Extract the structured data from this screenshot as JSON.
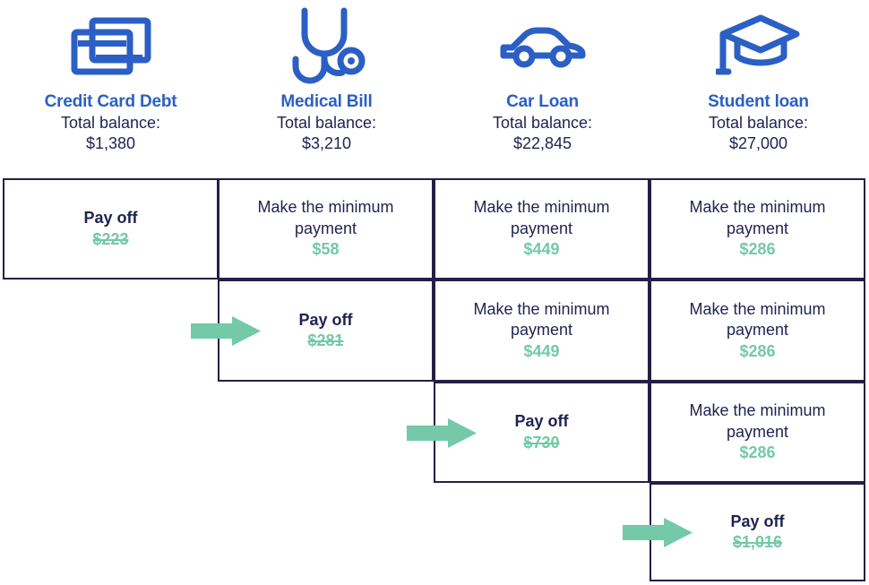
{
  "colors": {
    "title_blue": "#2b5fc4",
    "text_navy": "#1e2350",
    "border_navy": "#241f47",
    "accent_green": "#73c9a8",
    "background": "#ffffff"
  },
  "header": {
    "balance_label": "Total balance:",
    "debts": [
      {
        "name": "Credit Card Debt",
        "icon": "credit-cards-icon",
        "balance": "$1,380"
      },
      {
        "name": "Medical Bill",
        "icon": "stethoscope-icon",
        "balance": "$3,210"
      },
      {
        "name": "Car Loan",
        "icon": "car-icon",
        "balance": "$22,845"
      },
      {
        "name": "Student loan",
        "icon": "graduation-cap-icon",
        "balance": "$27,000"
      }
    ]
  },
  "plan": {
    "rows": [
      {
        "arrow": null,
        "cells": [
          {
            "column": 0,
            "action": "Pay off",
            "amount": "$223",
            "paid_off": true
          },
          {
            "column": 1,
            "action": "Make the minimum payment",
            "amount": "$58",
            "paid_off": false
          },
          {
            "column": 2,
            "action": "Make the minimum payment",
            "amount": "$449",
            "paid_off": false
          },
          {
            "column": 3,
            "action": "Make the minimum payment",
            "amount": "$286",
            "paid_off": false
          }
        ]
      },
      {
        "arrow": {
          "target_column": 1
        },
        "cells": [
          {
            "column": 1,
            "action": "Pay off",
            "amount": "$281",
            "paid_off": true
          },
          {
            "column": 2,
            "action": "Make the minimum payment",
            "amount": "$449",
            "paid_off": false
          },
          {
            "column": 3,
            "action": "Make the minimum payment",
            "amount": "$286",
            "paid_off": false
          }
        ]
      },
      {
        "arrow": {
          "target_column": 2
        },
        "cells": [
          {
            "column": 2,
            "action": "Pay off",
            "amount": "$730",
            "paid_off": true
          },
          {
            "column": 3,
            "action": "Make the minimum payment",
            "amount": "$286",
            "paid_off": false
          }
        ]
      },
      {
        "arrow": {
          "target_column": 3
        },
        "cells": [
          {
            "column": 3,
            "action": "Pay off",
            "amount": "$1,016",
            "paid_off": true
          }
        ]
      }
    ]
  }
}
